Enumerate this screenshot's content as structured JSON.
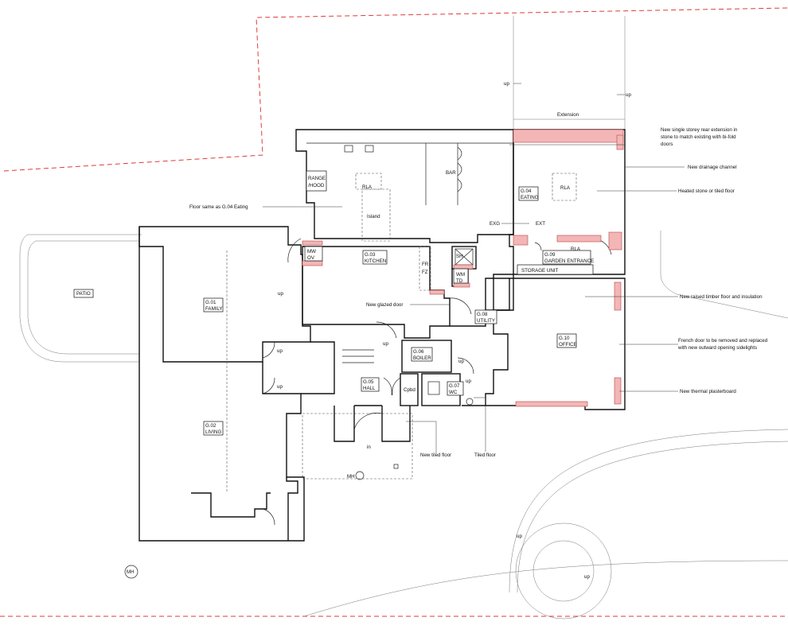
{
  "colors": {
    "boundary": "#e03a3a",
    "new_work_fill": "#f3b6b6",
    "lines": "#111111"
  },
  "rooms": {
    "g01": {
      "code": "G.01",
      "name": "FAMILY"
    },
    "g02": {
      "code": "G.02",
      "name": "LIVING"
    },
    "g03": {
      "code": "G.03",
      "name": "KITCHEN"
    },
    "g04": {
      "code": "G.04",
      "name": "EATING"
    },
    "g05": {
      "code": "G.05",
      "name": "HALL"
    },
    "g06": {
      "code": "G.06",
      "name": "BOILER"
    },
    "g07": {
      "code": "G.07",
      "name": "WC"
    },
    "g08": {
      "code": "G.08",
      "name": "UTILITY"
    },
    "g09": {
      "code": "G.09",
      "name": "GARDEN ENTRANCE"
    },
    "g10": {
      "code": "G.10",
      "name": "OFFICE"
    }
  },
  "fixtures": {
    "patio": "PATIO",
    "range_hood": [
      "RANGE",
      "/HOOD"
    ],
    "rla": "RLA",
    "island": "Island",
    "bar": "BAR",
    "mw_ov": [
      "MW",
      "OV"
    ],
    "fr_fz": [
      "FR",
      "FZ"
    ],
    "sh": "SH",
    "wm_td": [
      "WM",
      "TD"
    ],
    "storage_unit": "STORAGE UNIT",
    "cpbd": "Cpbd",
    "in": "in",
    "mh": "MH",
    "up": "up",
    "extension": "Extension",
    "exg": "EXG",
    "ext": "EXT"
  },
  "notes": {
    "extension": [
      "New single storey rear extension in",
      "stone to match existing with bi-fold",
      "doors"
    ],
    "drainage": "New drainage channel",
    "heated_floor": "Heated stone or tiled floor",
    "floor_same": "Floor same as G.04 Eating",
    "glazed_door": "New glazed door",
    "timber_floor": "New raised timber floor and insulation",
    "french_door": [
      "French door to be removed and replaced",
      "with new outward opening sidelights"
    ],
    "plasterboard": "New thermal plasterboard",
    "tiled_new": "New tiled floor",
    "tiled": "Tiled floor"
  }
}
